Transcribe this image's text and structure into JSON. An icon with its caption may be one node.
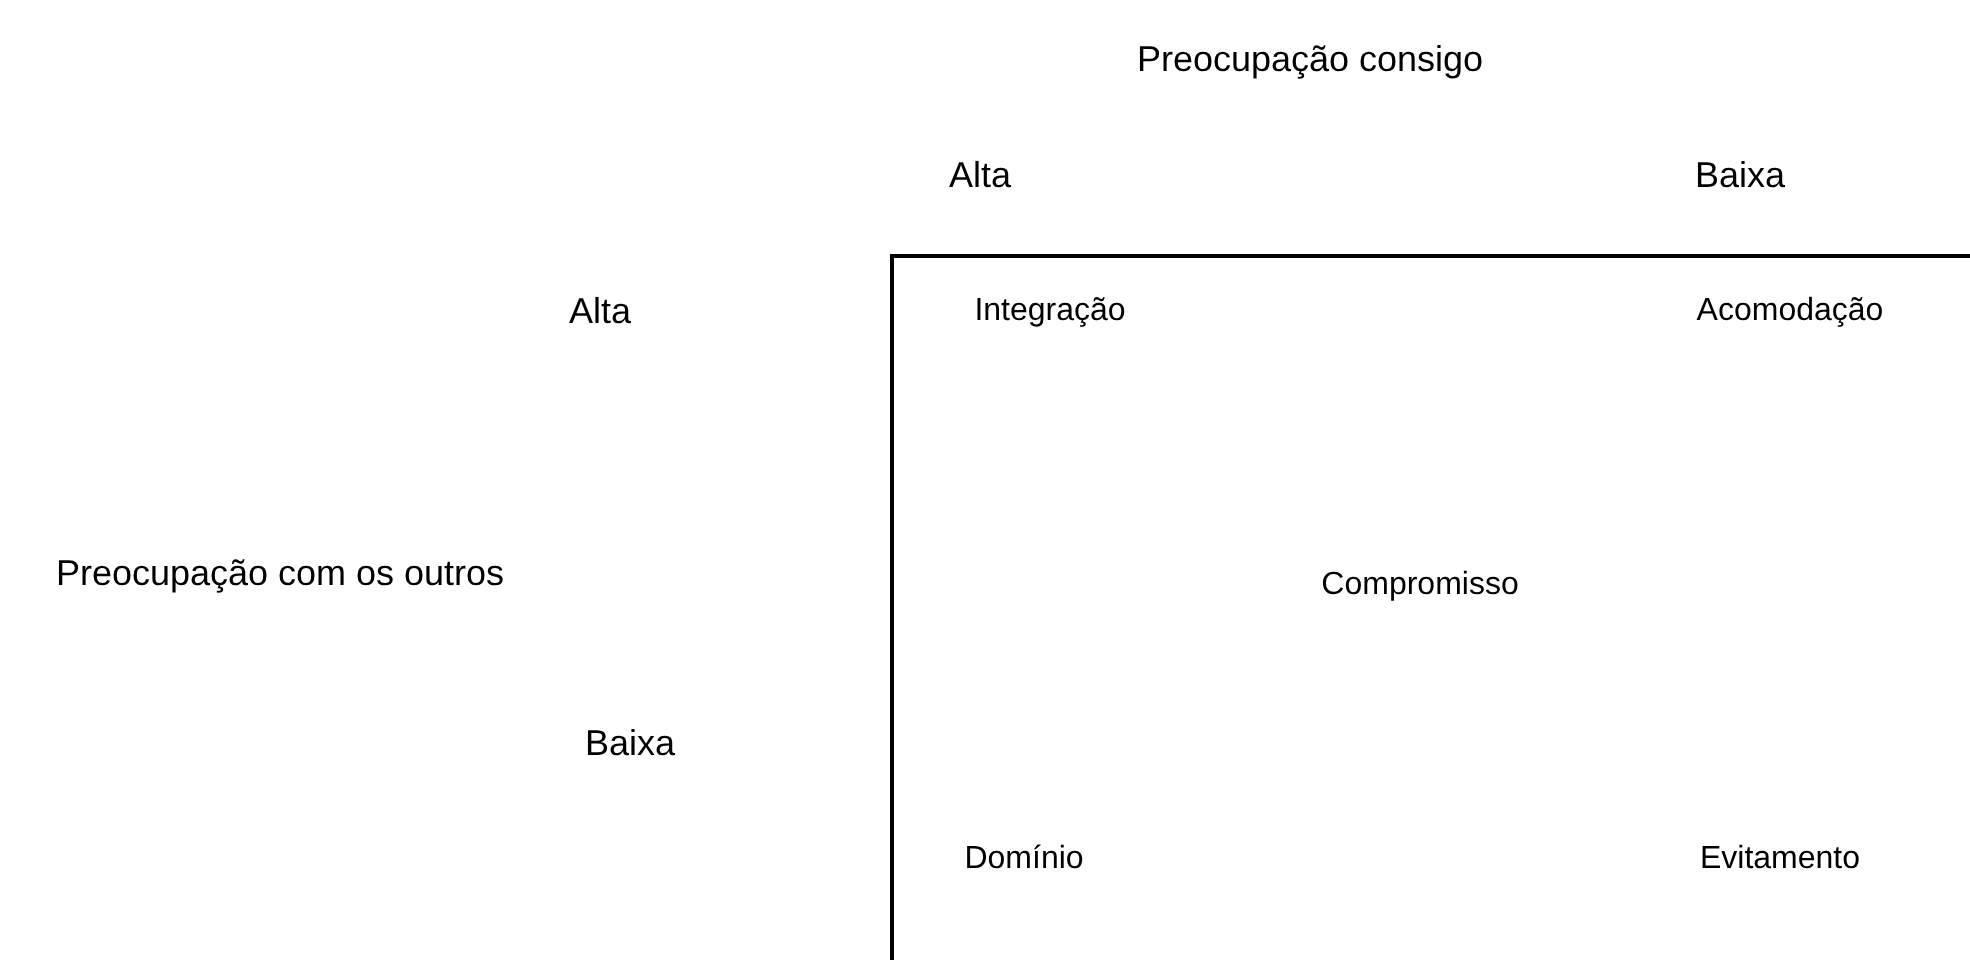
{
  "diagram": {
    "labels": [
      "Preocupação consigo",
      "Alta",
      "Baixa",
      "Alta",
      "Integração",
      "Acomodação",
      "Preocupação com os outros",
      "Compromisso",
      "Baixa",
      "Domínio",
      "Evitamento"
    ]
  }
}
